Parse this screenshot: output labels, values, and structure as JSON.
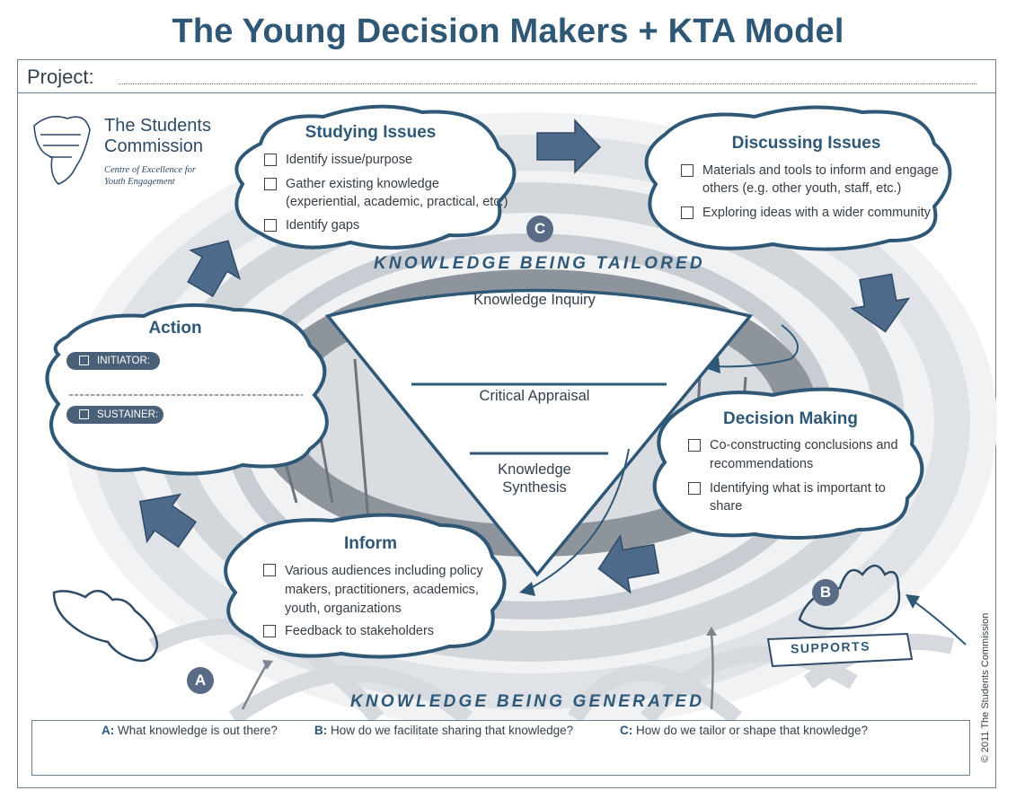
{
  "title": "The Young Decision Makers + KTA Model",
  "project_label": "Project:",
  "logo": {
    "name_line1": "The Students",
    "name_line2": "Commission",
    "tagline_line1": "Centre of Excellence for",
    "tagline_line2": "Youth Engagement"
  },
  "studying_issues": {
    "title": "Studying Issues",
    "items": [
      "Identify issue/purpose",
      "Gather existing knowledge",
      "(experiential, academic, practical, etc.)",
      "Identify gaps"
    ]
  },
  "discussing_issues": {
    "title": "Discussing Issues",
    "items": [
      "Materials and tools to inform and engage",
      "others (e.g. other youth, staff, etc.)",
      "Exploring ideas with a wider community"
    ]
  },
  "action": {
    "title": "Action",
    "initiator": "INITIATOR:",
    "sustainer": "SUSTAINER:"
  },
  "decision_making": {
    "title": "Decision Making",
    "items": [
      "Co-constructing conclusions and",
      "recommendations",
      "Identifying what is important to",
      "share"
    ]
  },
  "inform": {
    "title": "Inform",
    "items": [
      "Various audiences including policy",
      "makers, practitioners, academics,",
      "youth, organizations",
      "Feedback to stakeholders"
    ]
  },
  "funnel": {
    "level1": "Knowledge Inquiry",
    "level2": "Critical Appraisal",
    "level3_line1": "Knowledge",
    "level3_line2": "Synthesis"
  },
  "bands": {
    "top": "KNOWLEDGE BEING TAILORED",
    "bottom": "KNOWLEDGE BEING GENERATED"
  },
  "supports": "SUPPORTS",
  "badges": {
    "a": "A",
    "b": "B",
    "c": "C"
  },
  "questions": {
    "a_key": "A:",
    "a_text": "What knowledge is out there?",
    "b_key": "B:",
    "b_text": "How do we facilitate sharing that knowledge?",
    "c_key": "C:",
    "c_text": "How do we tailor or shape that knowledge?"
  },
  "copyright": "© 2011 The Students Commission",
  "colors": {
    "accent": "#2f5877",
    "arrow": "#4e6a8a",
    "badge": "#5a6b86",
    "swirl": "#d4d8dc"
  }
}
